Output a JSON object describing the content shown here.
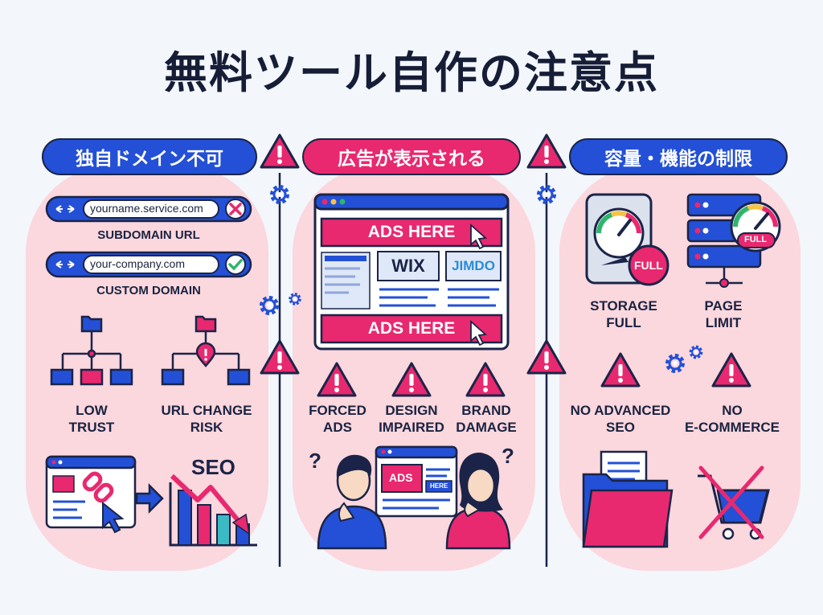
{
  "title": "無料ツール自作の注意点",
  "colors": {
    "pink": "#e8296f",
    "blue": "#2350d6",
    "navy": "#1b2448",
    "panel": "#fbd7de",
    "teal": "#3bb9c4",
    "green": "#2fb56c"
  },
  "columns": [
    {
      "heading": "独自ドメイン不可",
      "url_bad": "yourname.service.com",
      "url_bad_label": "SUBDOMAIN URL",
      "url_good": "your-company.com",
      "url_good_label": "CUSTOM DOMAIN",
      "issue_1": "LOW\nTRUST",
      "issue_2": "URL CHANGE\nRISK",
      "seo_label": "SEO"
    },
    {
      "heading": "広告が表示される",
      "ad_top": "ADS HERE",
      "ad_bottom": "ADS HERE",
      "logo_1": "WIX",
      "logo_2": "JIMDO",
      "issue_1": "FORCED\nADS",
      "issue_2": "DESIGN\nIMPAIRED",
      "issue_3": "BRAND\nDAMAGE",
      "mini_ads": "ADS",
      "mini_here": "HERE"
    },
    {
      "heading": "容量・機能の制限",
      "full_1": "FULL",
      "full_2": "FULL",
      "issue_1": "STORAGE\nFULL",
      "issue_2": "PAGE\nLIMIT",
      "issue_3": "NO ADVANCED\nSEO",
      "issue_4": "NO\nE-COMMERCE"
    }
  ]
}
